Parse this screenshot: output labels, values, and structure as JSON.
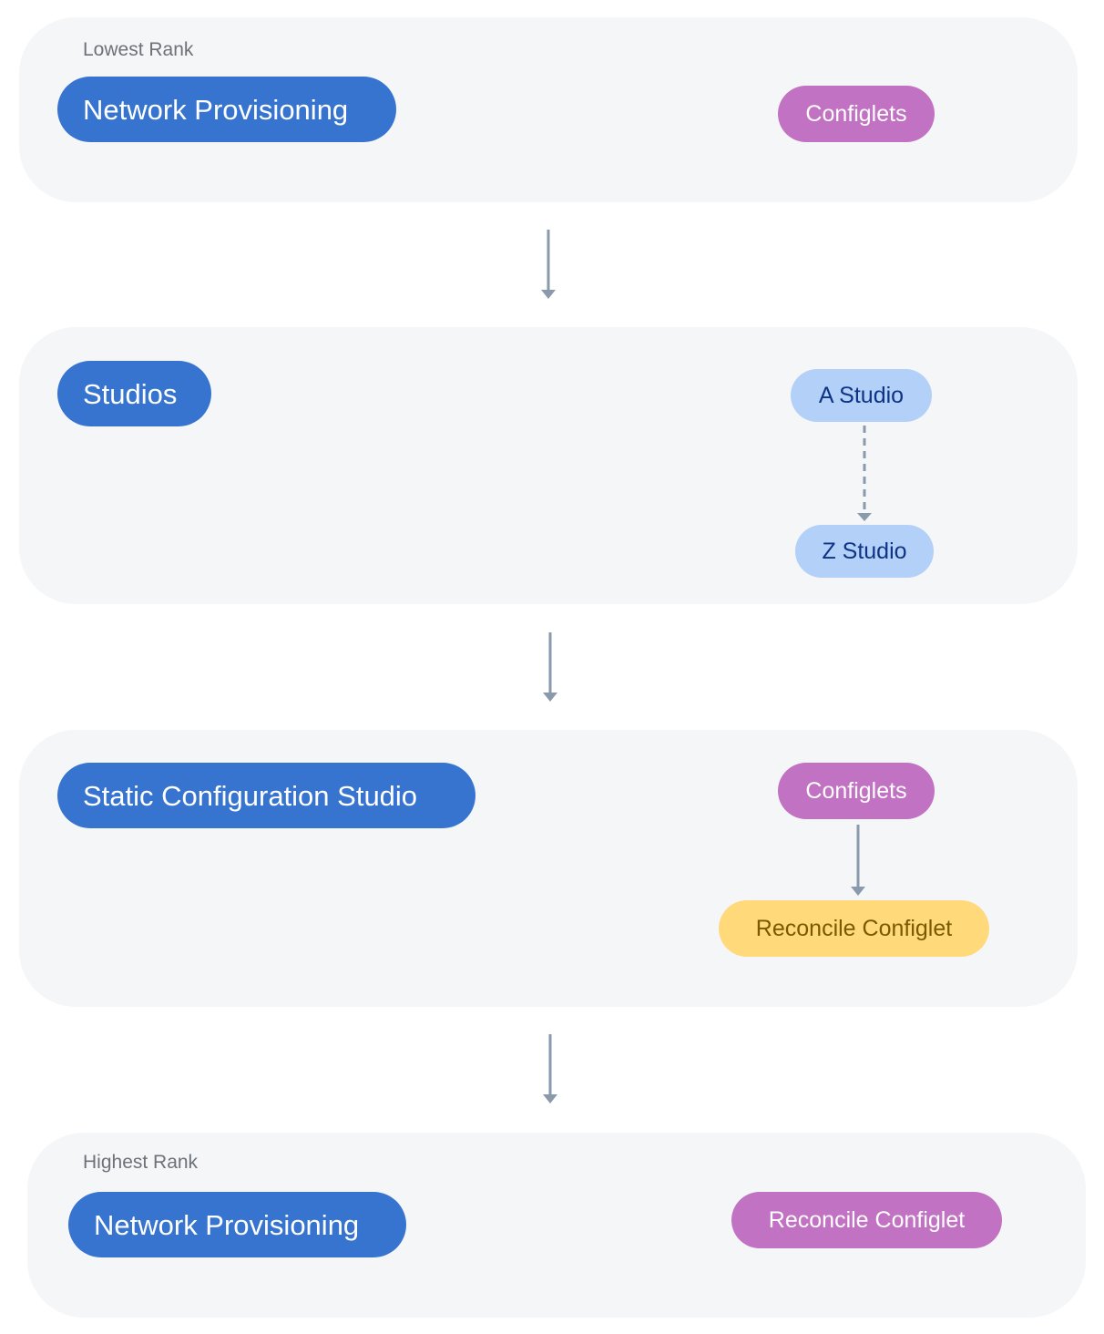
{
  "colors": {
    "panel_bg": "#f5f6f8",
    "primary_blue": "#3674d0",
    "configlet_magenta": "#c272c2",
    "studio_lightblue": "#b3d0f8",
    "reconcile_yellow": "#ffd97a",
    "arrow_gray": "#8b99ad"
  },
  "tiers": [
    {
      "rank_label": "Lowest Rank",
      "primary": "Network Provisioning",
      "items": [
        "Configlets"
      ]
    },
    {
      "rank_label": "",
      "primary": "Studios",
      "items": [
        "A Studio",
        "Z Studio"
      ]
    },
    {
      "rank_label": "",
      "primary": "Static Configuration Studio",
      "items": [
        "Configlets",
        "Reconcile Configlet"
      ]
    },
    {
      "rank_label": "Highest Rank",
      "primary": "Network Provisioning",
      "items": [
        "Reconcile Configlet"
      ]
    }
  ]
}
